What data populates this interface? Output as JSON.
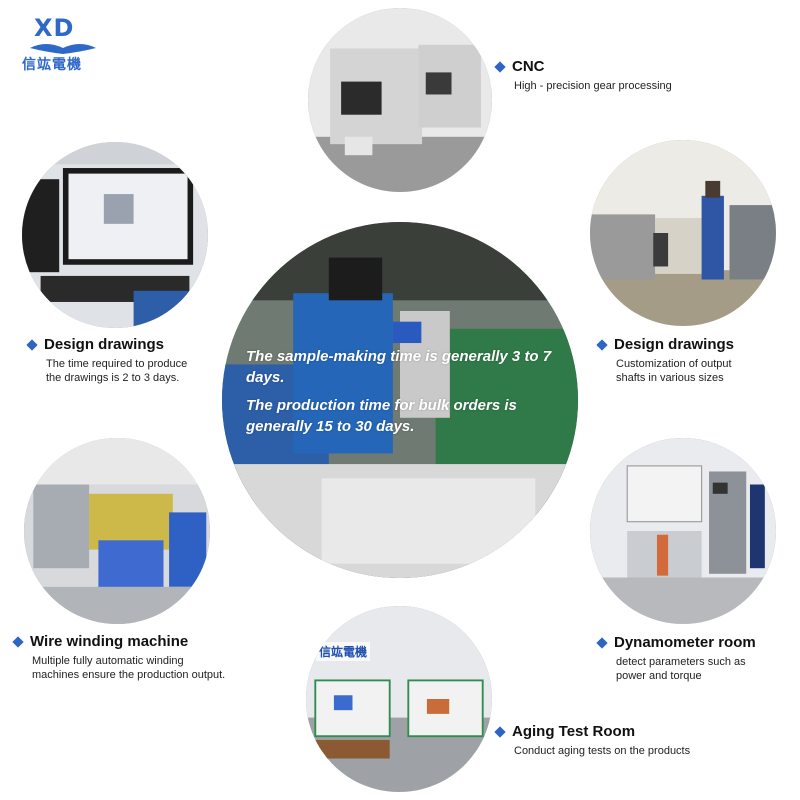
{
  "logo": {
    "mark": "XD",
    "name": "信竑電機"
  },
  "sections": {
    "cnc": {
      "title": "CNC",
      "desc": [
        "High - precision gear processing"
      ]
    },
    "design_left": {
      "title": "Design drawings",
      "desc": [
        "The time required to produce",
        "the drawings is 2 to 3 days."
      ]
    },
    "design_right": {
      "title": "Design drawings",
      "desc": [
        "Customization of output",
        "shafts in various sizes"
      ]
    },
    "winding": {
      "title": "Wire winding machine",
      "desc": [
        "Multiple fully automatic winding",
        "machines ensure the production output."
      ]
    },
    "dyno": {
      "title": "Dynamometer room",
      "desc": [
        "detect parameters such as",
        "power and torque"
      ]
    },
    "aging": {
      "title": "Aging Test Room",
      "desc": [
        "Conduct aging tests on the products"
      ]
    }
  },
  "center": {
    "line1": "The sample-making time is generally 3 to 7 days.",
    "line2": "The production time for bulk orders is generally 15 to 30 days."
  },
  "aging_photo_sign": "信竑電機",
  "colors": {
    "brand_blue": "#2e64c4",
    "diamond": "#2e64c4"
  },
  "icons": [
    "diamond-bullet-icon"
  ]
}
